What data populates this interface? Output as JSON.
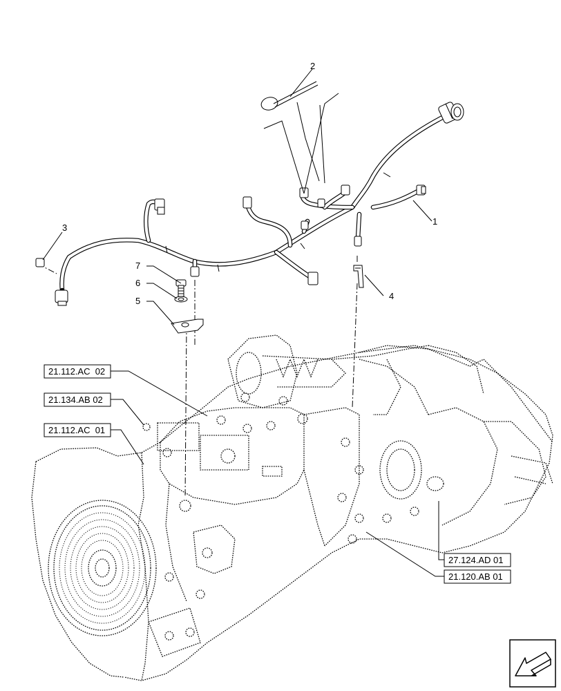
{
  "callouts": {
    "c1": "1",
    "c2": "2",
    "c3": "3",
    "c4": "4",
    "c5": "5",
    "c6": "6",
    "c7": "7"
  },
  "references": {
    "r1": "21.112.AC  02",
    "r2": "21.134.AB 02",
    "r3": "21.112.AC  01",
    "r4": "27.124.AD 01",
    "r5": "21.120.AB 01"
  },
  "nav_icon": "arrow-down-left-icon"
}
